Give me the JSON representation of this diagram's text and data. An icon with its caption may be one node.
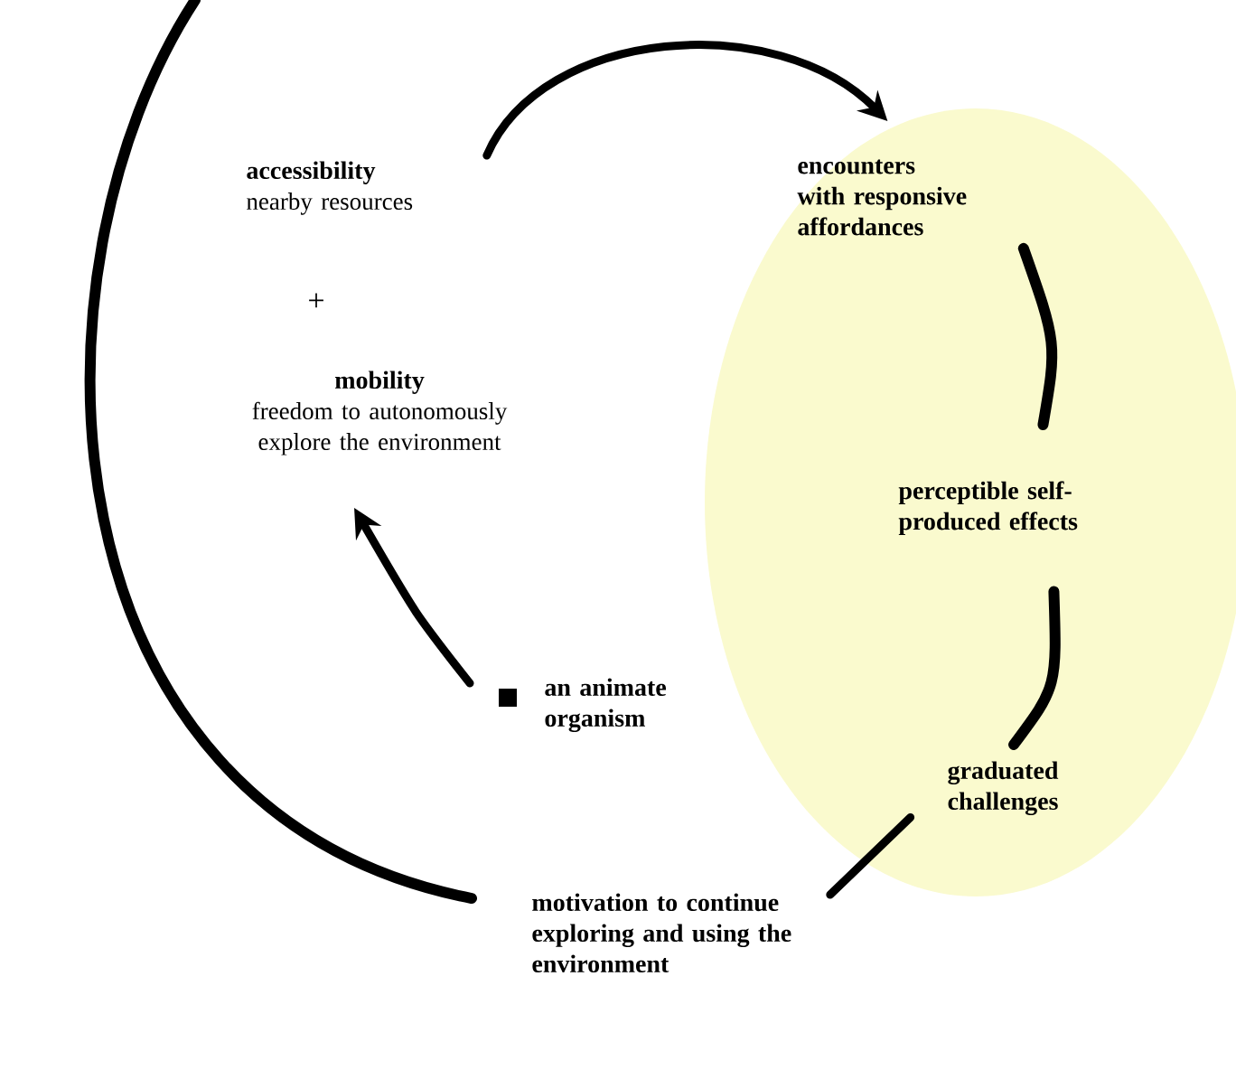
{
  "diagram": {
    "nodes": [
      {
        "text": [],
        "shape": "ellipse"
      },
      {
        "text": [
          "accessibility",
          "nearby resources"
        ]
      },
      {
        "text": [
          "mobility",
          "freedom to autonomously explore the environment"
        ]
      },
      {
        "text": [
          "encounters with responsive affordances"
        ],
        "in": 0
      },
      {
        "text": [
          "perceptible self-produced effects"
        ],
        "in": 0
      },
      {
        "text": [
          "graduated challenges"
        ],
        "in": 0
      },
      {
        "text": [
          "an animate organism"
        ]
      },
      {
        "text": [
          "motivation to continue exploring and using the environment"
        ]
      }
    ],
    "edges": [
      {
        "from": 1,
        "to": 3,
        "arrow": "to"
      },
      {
        "from": 3,
        "to": 4,
        "arrow": "none"
      },
      {
        "from": 4,
        "to": 5,
        "arrow": "none"
      },
      {
        "from": 5,
        "to": 7,
        "arrow": "none"
      },
      {
        "from": 7,
        "to": null,
        "arrow": "none"
      },
      {
        "from": 6,
        "to": 2,
        "arrow": "to"
      }
    ],
    "labels": [
      "+"
    ]
  }
}
